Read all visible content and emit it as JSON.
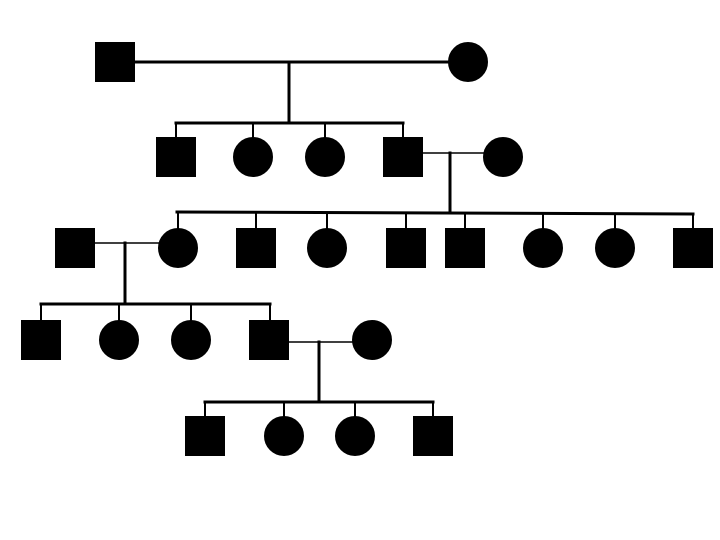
{
  "diagram": {
    "type": "pedigree-chart",
    "colors": {
      "background": "#ffffff",
      "ink": "#000000"
    },
    "legend": {
      "male": "square",
      "female": "circle",
      "affected": "filled"
    },
    "generations": [
      {
        "generation": 1,
        "members": [
          {
            "sex": "male",
            "affected": true
          },
          {
            "sex": "female",
            "affected": true
          }
        ]
      },
      {
        "generation": 2,
        "members": [
          {
            "sex": "male",
            "affected": true
          },
          {
            "sex": "female",
            "affected": true
          },
          {
            "sex": "female",
            "affected": true
          },
          {
            "sex": "male",
            "affected": true
          },
          {
            "sex": "female",
            "affected": true,
            "spouse_of": "generation-2-member-4"
          }
        ]
      },
      {
        "generation": 3,
        "members": [
          {
            "sex": "male",
            "affected": true,
            "spouse_of": "generation-3-member-2"
          },
          {
            "sex": "female",
            "affected": true
          },
          {
            "sex": "male",
            "affected": true
          },
          {
            "sex": "female",
            "affected": true
          },
          {
            "sex": "male",
            "affected": true
          },
          {
            "sex": "male",
            "affected": true
          },
          {
            "sex": "female",
            "affected": true
          },
          {
            "sex": "female",
            "affected": true
          },
          {
            "sex": "male",
            "affected": true
          }
        ]
      },
      {
        "generation": 4,
        "members": [
          {
            "sex": "male",
            "affected": true
          },
          {
            "sex": "female",
            "affected": true
          },
          {
            "sex": "female",
            "affected": true
          },
          {
            "sex": "male",
            "affected": true
          },
          {
            "sex": "female",
            "affected": true,
            "spouse_of": "generation-4-member-4"
          }
        ]
      },
      {
        "generation": 5,
        "members": [
          {
            "sex": "male",
            "affected": true
          },
          {
            "sex": "female",
            "affected": true
          },
          {
            "sex": "female",
            "affected": true
          },
          {
            "sex": "male",
            "affected": true
          }
        ]
      }
    ]
  }
}
